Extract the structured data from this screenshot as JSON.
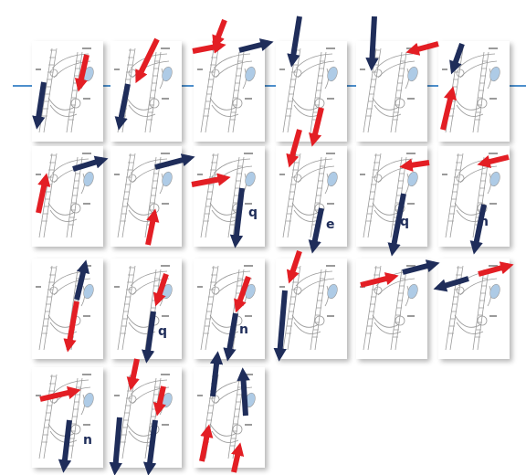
{
  "colors": {
    "red_arrow": "#e31e24",
    "navy_arrow": "#1f2d5a",
    "sketch_stroke": "#9a9a9a",
    "joint_fill": "#aecbe6",
    "divider_line": "#4d8fcc"
  },
  "panels": [
    {
      "letter": ""
    },
    {
      "letter": ""
    },
    {
      "letter": ""
    },
    {
      "letter": ""
    },
    {
      "letter": ""
    },
    {
      "letter": ""
    },
    {
      "letter": ""
    },
    {
      "letter": ""
    },
    {
      "letter": "q"
    },
    {
      "letter": "e"
    },
    {
      "letter": "q"
    },
    {
      "letter": "n"
    },
    {
      "letter": ""
    },
    {
      "letter": "q"
    },
    {
      "letter": "n"
    },
    {
      "letter": ""
    },
    {
      "letter": ""
    },
    {
      "letter": ""
    },
    {
      "letter": "n"
    },
    {
      "letter": ""
    },
    {
      "letter": ""
    }
  ]
}
